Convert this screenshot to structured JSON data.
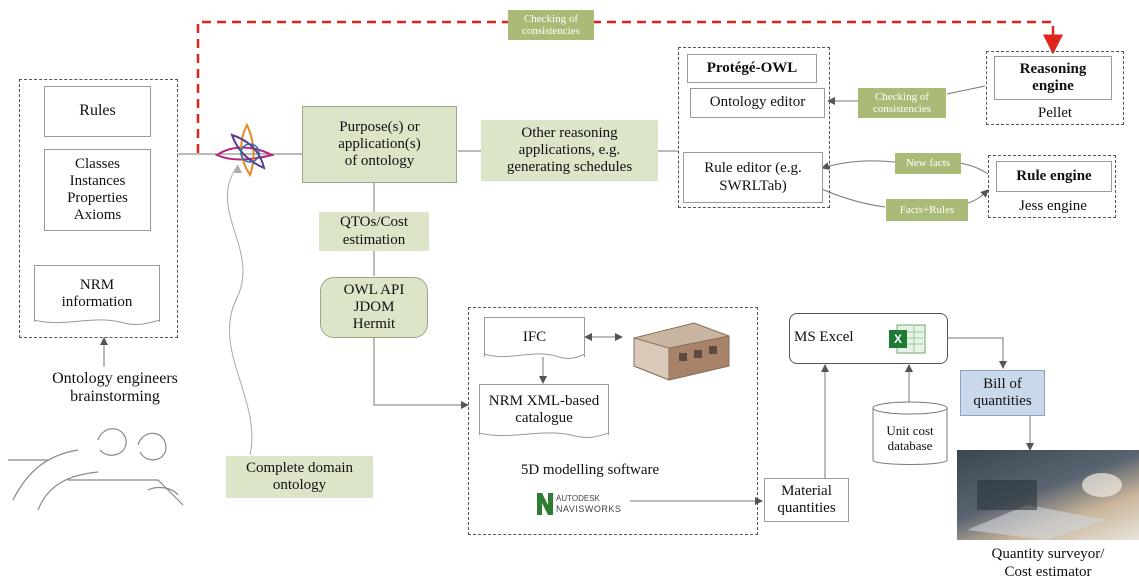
{
  "top_label": "Checking of\nconsistencies",
  "left_stack": {
    "rules": "Rules",
    "classes": "Classes\nInstances\nProperties\nAxioms",
    "nrm": "NRM\ninformation"
  },
  "brainstorm": "Ontology engineers\nbrainstorming",
  "purpose": "Purpose(s) or\napplication(s)\nof ontology",
  "other_reasoning": "Other reasoning\napplications, e.g.\ngenerating schedules",
  "qto": "QTOs/Cost\nestimation",
  "owl_api": "OWL API\nJDOM\nHermit",
  "complete_domain": "Complete domain\nontology",
  "protege": {
    "title": "Protégé-OWL",
    "ontology_editor": "Ontology editor",
    "rule_editor": "Rule editor (e.g.\nSWRLTab)"
  },
  "checking_small": "Checking of\nconsistencies",
  "reasoning": {
    "title": "Reasoning\nengine",
    "sub": "Pellet"
  },
  "new_facts": "New facts",
  "facts_rules": "Facts+Rules",
  "rule_engine": {
    "title": "Rule engine",
    "sub": "Jess engine"
  },
  "ifc": "IFC",
  "nrm_xml": "NRM XML-based\ncatalogue",
  "modelling": "5D modelling software",
  "autodesk": {
    "line1": "AUTODESK",
    "line2": "NAVISWORKS"
  },
  "material": "Material\nquantities",
  "ms_excel": "MS Excel",
  "unit_cost": "Unit cost\ndatabase",
  "bill": "Bill of\nquantities",
  "surveyor": "Quantity surveyor/\nCost estimator",
  "colors": {
    "red_dash": "#e0241b",
    "green_fill": "#dde5c9",
    "green_label": "#a9bb76",
    "blue_fill": "#c9d9eb"
  }
}
